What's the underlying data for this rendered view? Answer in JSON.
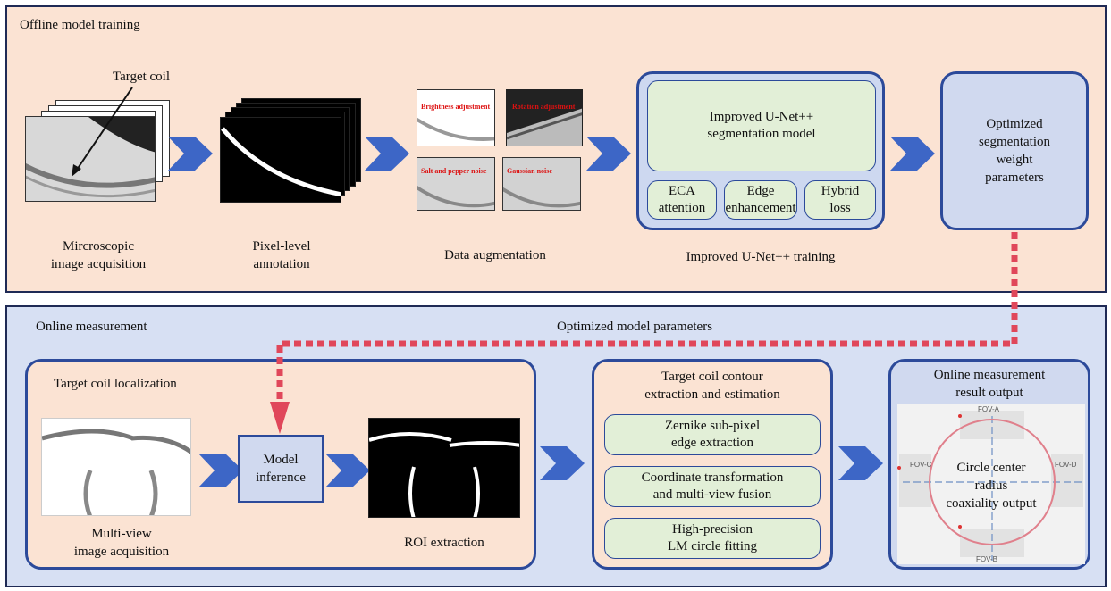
{
  "offline": {
    "title": "Offline model training",
    "steps": {
      "acquisition": {
        "line1": "Mircroscopic",
        "line2": "image acquisition",
        "target_label": "Target coil"
      },
      "annotation": {
        "line1": "Pixel-level",
        "line2": "annotation"
      },
      "augmentation": {
        "label": "Data augmentation",
        "tags": [
          "Brightness adjustment",
          "Rotation adjustment",
          "Salt and pepper noise",
          "Gaussian noise"
        ]
      },
      "training": {
        "model_line1": "Improved U-Net++",
        "model_line2": "segmentation model",
        "modules": [
          {
            "line1": "ECA",
            "line2": "attention"
          },
          {
            "line1": "Edge",
            "line2": "enhancement"
          },
          {
            "line1": "Hybrid",
            "line2": "loss"
          }
        ],
        "label": "Improved U-Net++ training"
      },
      "weights": {
        "lines": [
          "Optimized",
          "segmentation",
          "weight",
          "parameters"
        ]
      }
    }
  },
  "online": {
    "title": "Online measurement",
    "link_label": "Optimized model parameters",
    "localization": {
      "title": "Target coil localization",
      "multiview_line1": "Multi-view",
      "multiview_line2": "image acquisition",
      "inference_line1": "Model",
      "inference_line2": "inference",
      "roi_label": "ROI extraction"
    },
    "contour": {
      "title_line1": "Target coil contour",
      "title_line2": "extraction and estimation",
      "steps": [
        {
          "line1": "Zernike sub-pixel",
          "line2": "edge extraction"
        },
        {
          "line1": "Coordinate transformation",
          "line2": "and multi-view fusion"
        },
        {
          "line1": "High-precision",
          "line2": "LM circle fitting"
        }
      ]
    },
    "output": {
      "title_line1": "Online measurement",
      "title_line2": "result output",
      "lines": [
        "Circle center",
        "radius",
        "coaxiality output"
      ],
      "fov_labels": [
        "FOV-A",
        "FOV-B",
        "FOV-C",
        "FOV-D"
      ]
    }
  },
  "colors": {
    "top_panel": "#fbe3d3",
    "bottom_panel": "#d7e0f3",
    "border": "#1f2a55",
    "box_border": "#2c4a9a",
    "green_fill": "#e2efd7",
    "chevron": "#3d66c6",
    "dashed_link": "#e0475a"
  }
}
